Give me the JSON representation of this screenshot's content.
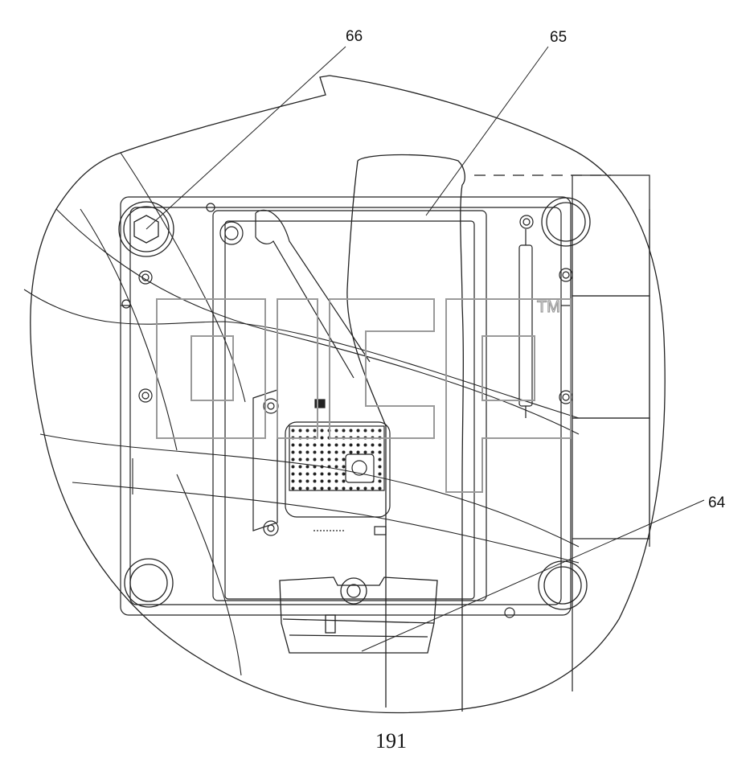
{
  "callouts": {
    "c66": "66",
    "c65": "65",
    "c64": "64"
  },
  "page_number": "191",
  "watermark": "dicp",
  "colors": {
    "line": "#1a1a1a",
    "watermark_outline": "#9a9a9a"
  }
}
